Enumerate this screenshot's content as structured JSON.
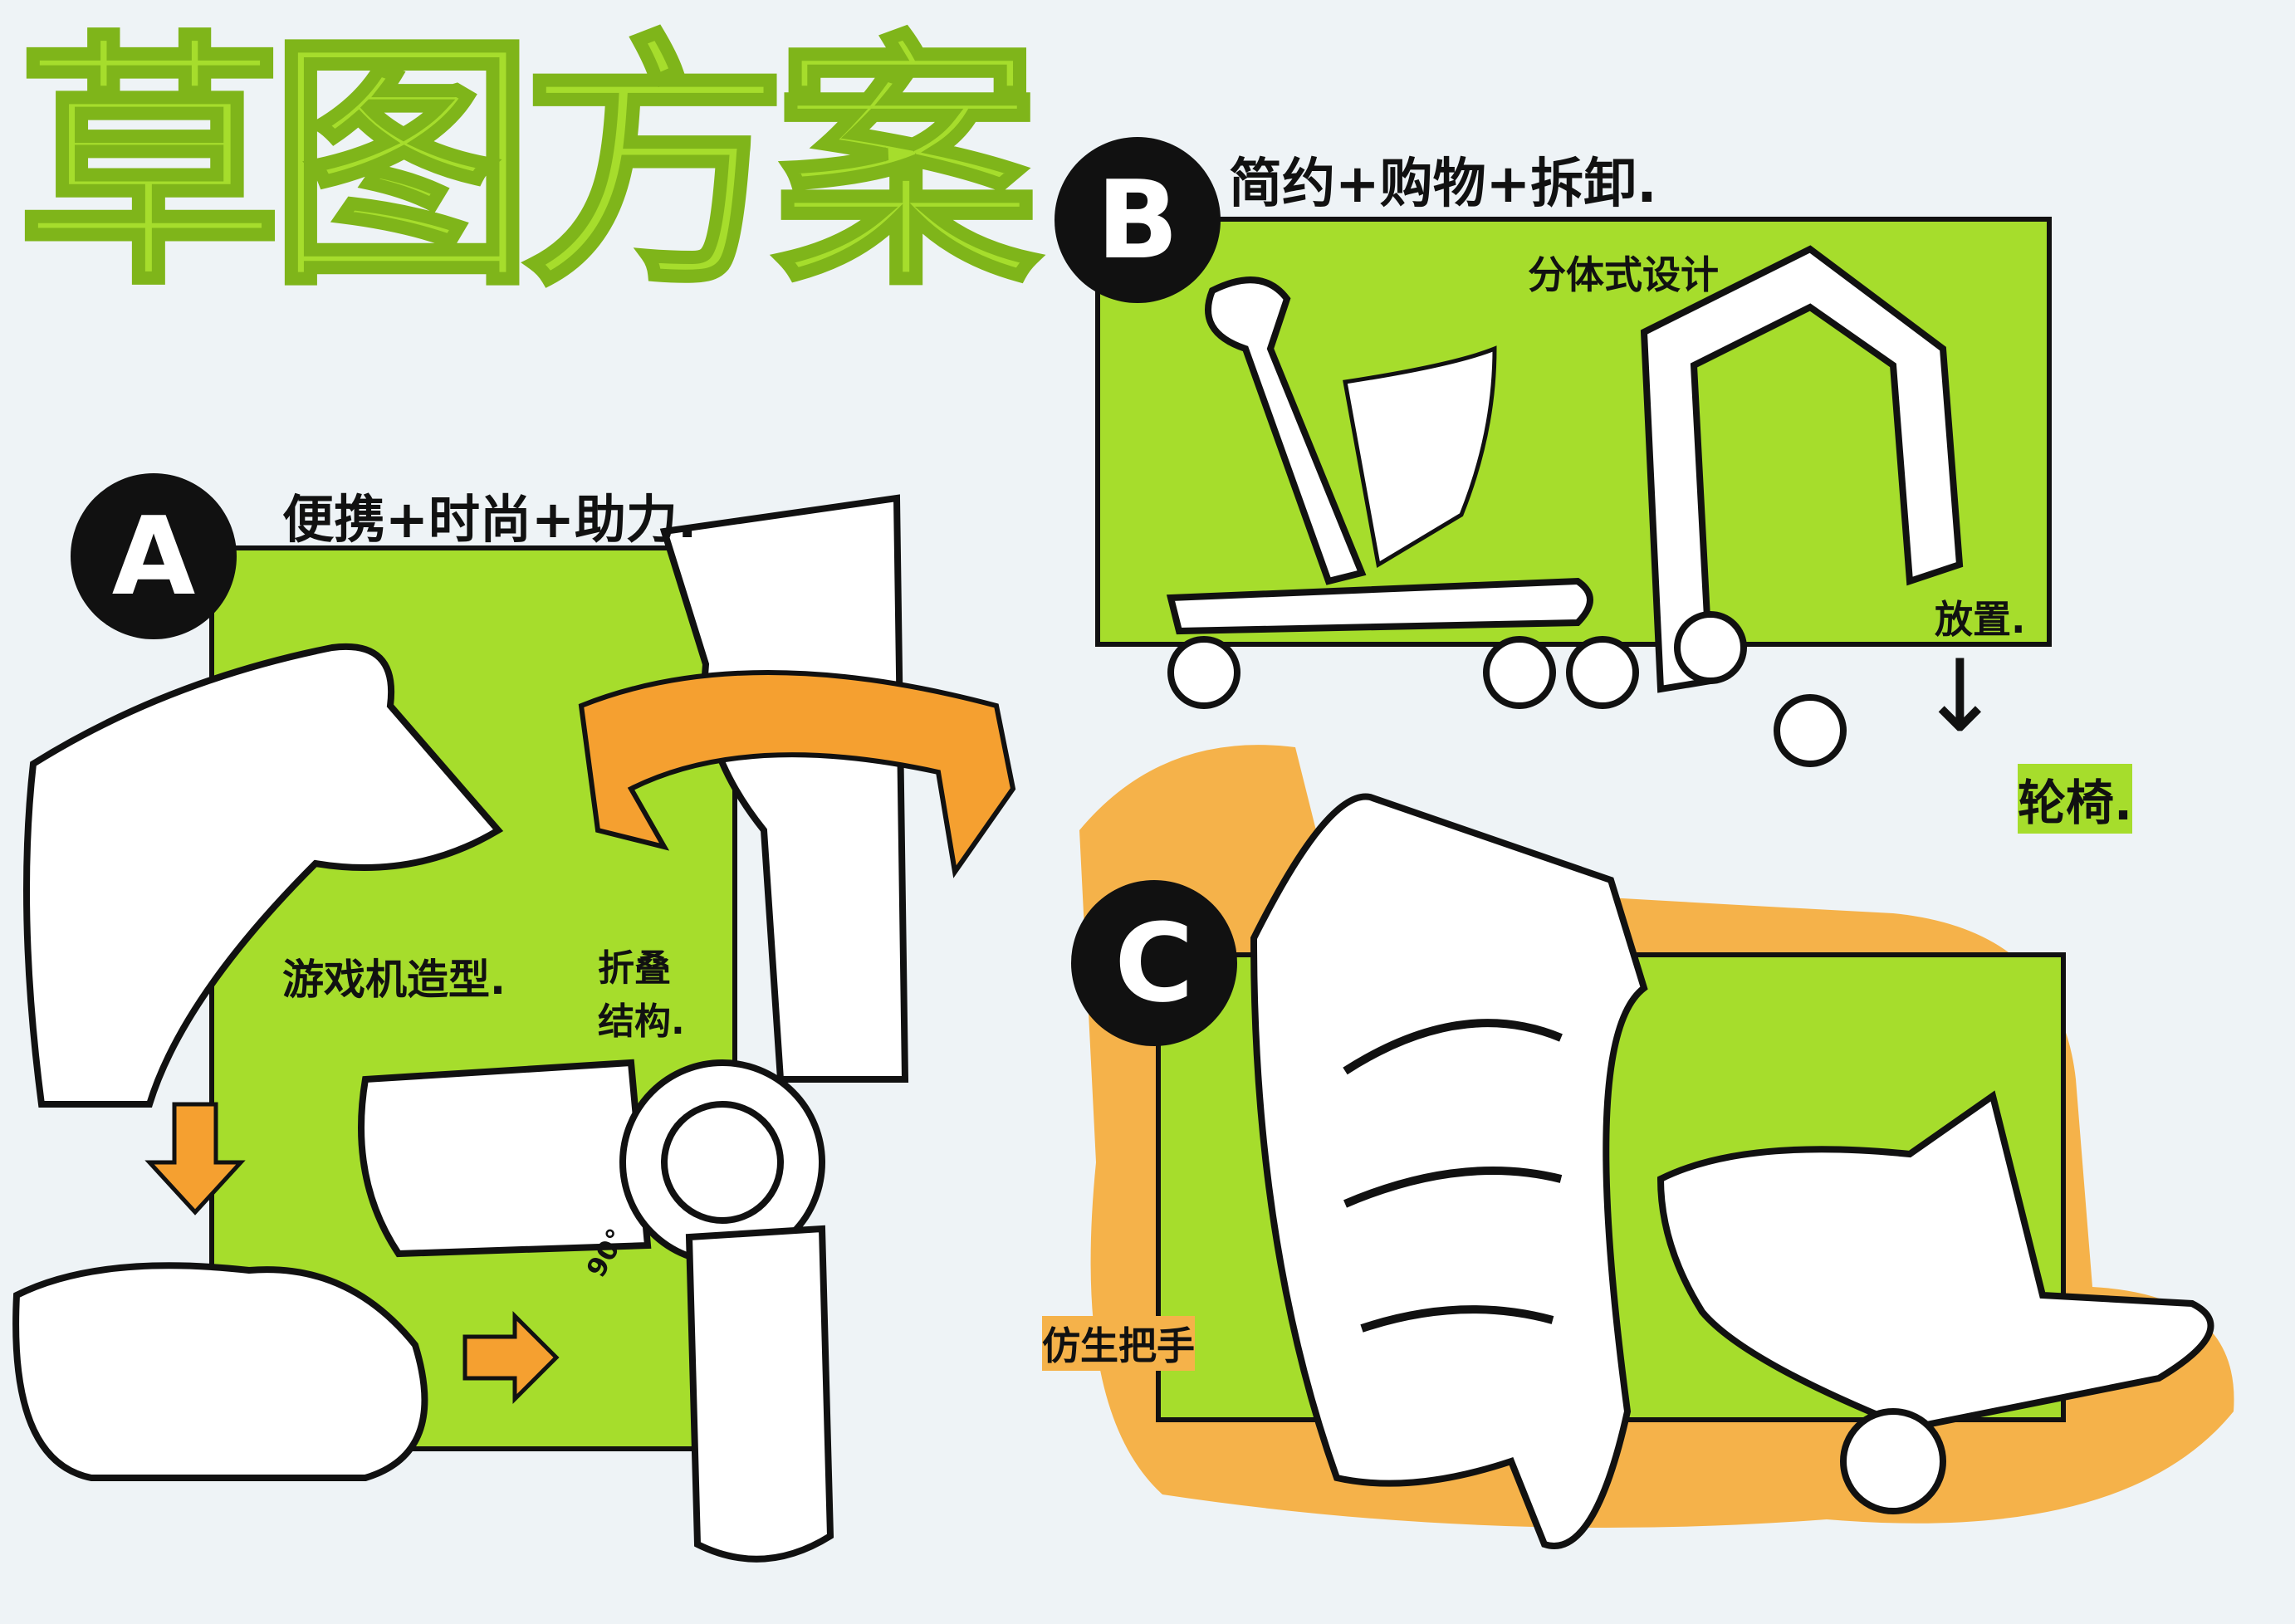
{
  "title": "草图方案",
  "colors": {
    "marker_green": "#a6dd2c",
    "marker_orange": "#f5b24a",
    "ink": "#111111",
    "paper": "#eef3f6"
  },
  "concepts": [
    {
      "badge": "A",
      "subtitle": "便携+时尚+助力.",
      "notes": [
        "游戏机造型.",
        "折叠结构.",
        "90°"
      ]
    },
    {
      "badge": "B",
      "subtitle": "简约+购物+拆卸.",
      "notes": [
        "分体式设计",
        "放置.",
        "轮椅."
      ]
    },
    {
      "badge": "C",
      "notes": [
        "仿生把手"
      ]
    }
  ]
}
